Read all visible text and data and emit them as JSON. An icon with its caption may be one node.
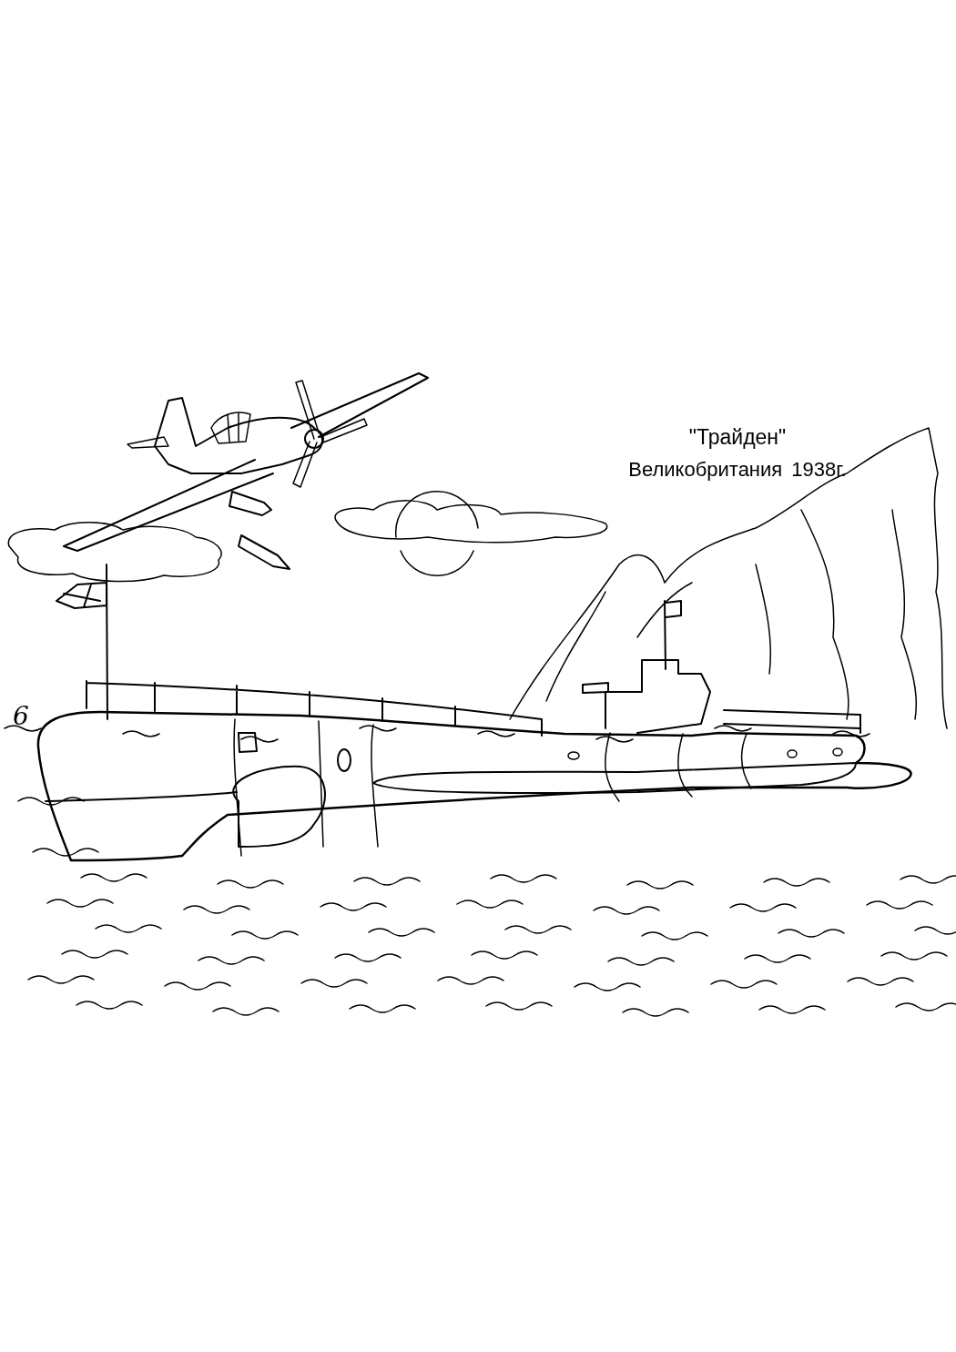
{
  "diagram": {
    "title": "\"Трайден\"",
    "labels": [
      "Великобритания 1938г.",
      "6"
    ]
  }
}
